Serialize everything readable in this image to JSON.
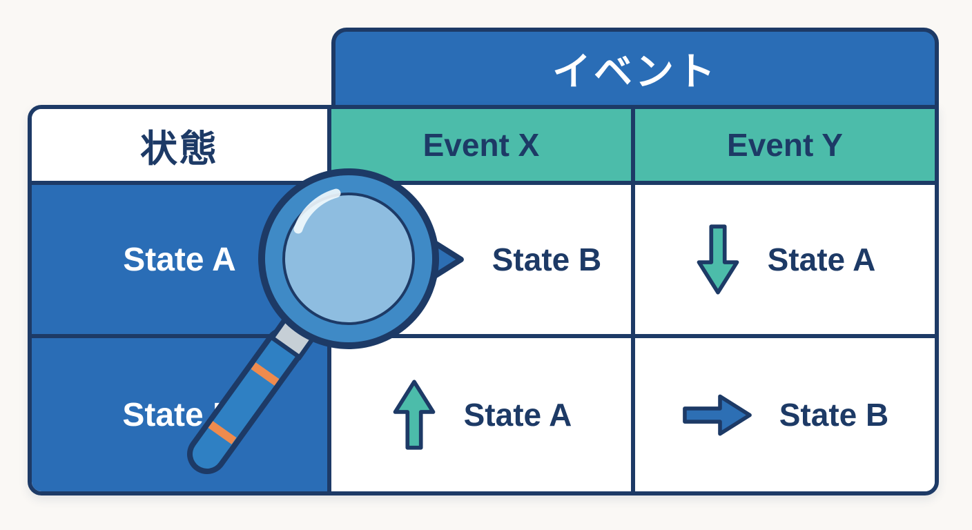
{
  "canvas": {
    "background": "#faf8f5"
  },
  "header": {
    "event_group_label": "イベント"
  },
  "table": {
    "state_header": "状態",
    "column_headers": [
      "Event X",
      "Event Y"
    ],
    "rows": [
      {
        "state": "State A",
        "cells": [
          {
            "icon": "right-arrow-icon",
            "arrow_color": "blue",
            "label": "State B"
          },
          {
            "icon": "down-arrow-icon",
            "arrow_color": "teal",
            "label": "State A"
          }
        ]
      },
      {
        "state": "State B",
        "cells": [
          {
            "icon": "up-arrow-icon",
            "arrow_color": "teal",
            "label": "State A"
          },
          {
            "icon": "right-arrow-icon",
            "arrow_color": "blue",
            "label": "State B"
          }
        ]
      }
    ]
  },
  "overlay": {
    "icon": "magnifying-glass-icon"
  },
  "colors": {
    "blue": "#2a6db6",
    "teal": "#4cbcaa",
    "navy": "#1d3a66",
    "glass": "#cfe7f6",
    "orange": "#ef8b4e",
    "white": "#ffffff"
  }
}
